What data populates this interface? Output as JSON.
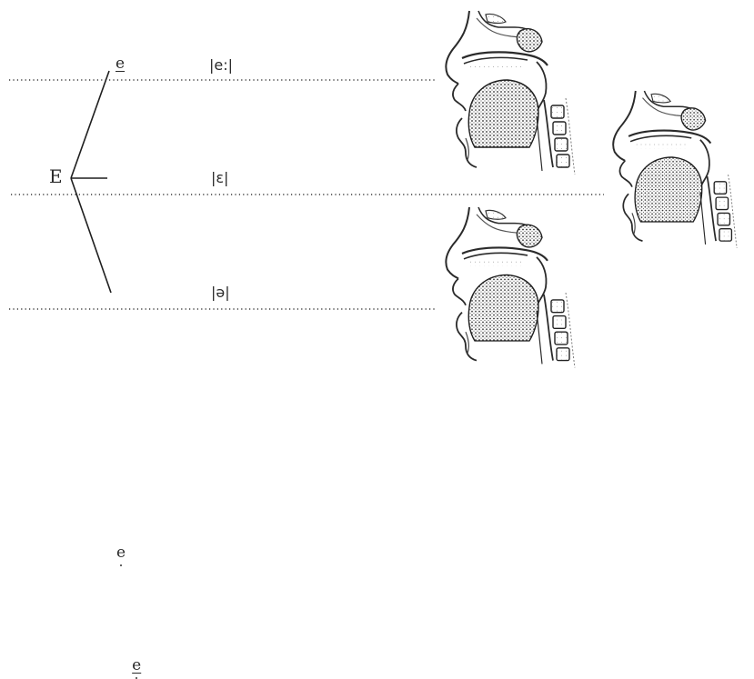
{
  "diagram": {
    "root": {
      "label": "E"
    },
    "branches": [
      {
        "grapheme": "e",
        "mark": "underline",
        "ipa": "|e:|"
      },
      {
        "grapheme": "e",
        "mark": "dot-below",
        "ipa": "|ɛ|"
      },
      {
        "grapheme": "e",
        "mark": "underline-dot-below",
        "ipa": "|ə|"
      }
    ],
    "illustrations": [
      {
        "name": "sagittal-section-closed",
        "icon": "vocal-tract-icon"
      },
      {
        "name": "sagittal-section-open",
        "icon": "vocal-tract-icon"
      },
      {
        "name": "sagittal-section-neutral",
        "icon": "vocal-tract-icon"
      }
    ]
  }
}
